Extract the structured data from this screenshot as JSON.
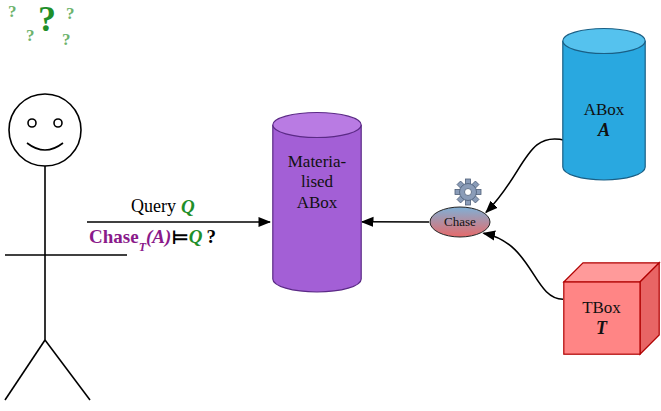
{
  "diagram": {
    "nodes": [
      {
        "text": [
          "Materia- lised ABox"
        ]
      },
      {
        "text": [
          "Chase"
        ]
      },
      {
        "text": [
          "ABox",
          "A"
        ]
      },
      {
        "text": [
          "TBox",
          "T"
        ]
      }
    ],
    "edges": [
      {
        "from": 2,
        "to": 1,
        "arrow": "to"
      },
      {
        "from": 3,
        "to": 1,
        "arrow": "to"
      },
      {
        "from": 1,
        "to": 0,
        "arrow": "to"
      }
    ],
    "labels": [
      "?",
      "?",
      "?",
      "?",
      "?",
      "Query",
      "Q",
      "Chase",
      "T",
      "(A)",
      "⊨",
      "Q",
      "?"
    ]
  }
}
